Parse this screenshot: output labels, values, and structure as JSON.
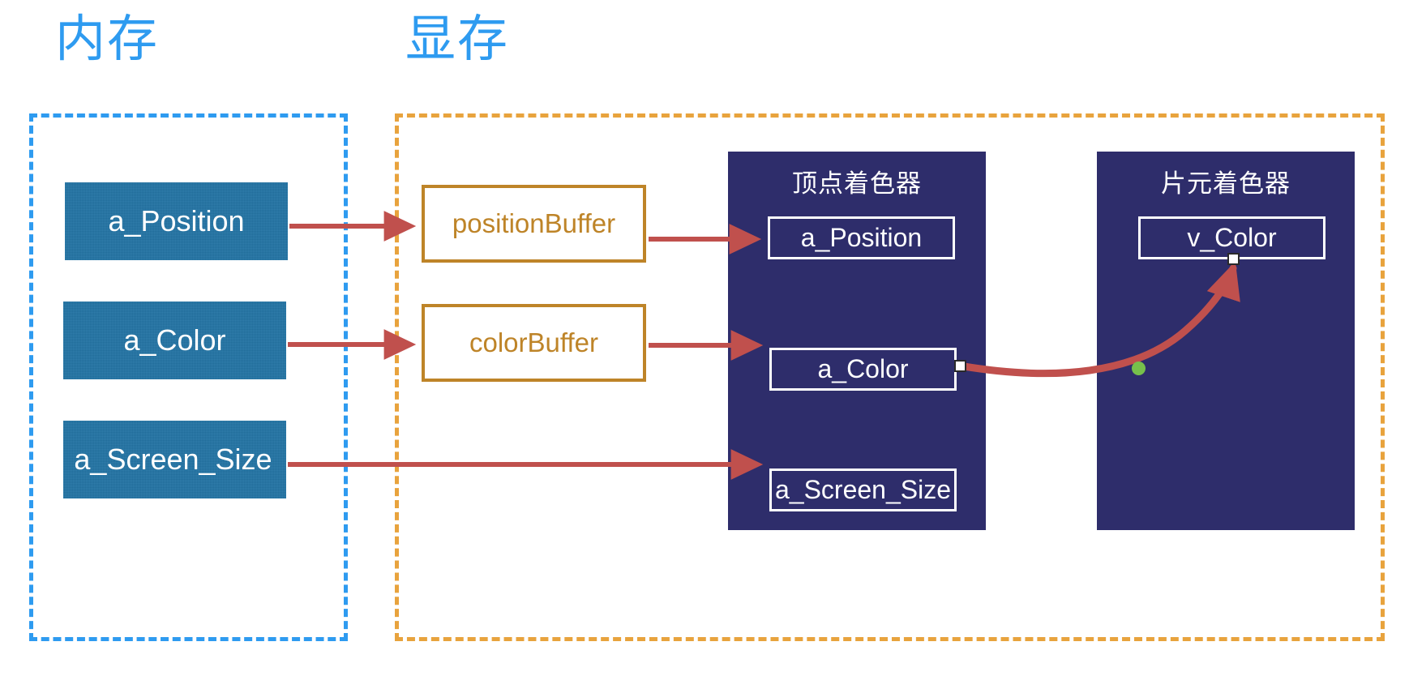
{
  "diagram": {
    "title_memory": "内存",
    "title_vram": "显存",
    "colors": {
      "accent_blue": "#2E9BF0",
      "accent_orange": "#E8A33D",
      "buffer_outline": "#BE8428",
      "mem_box_fill": "#2274A5",
      "shader_panel_fill": "#2E2D6B",
      "arrow_red": "#C0504D",
      "handle_dot_green": "#77C04B",
      "handle_square_white": "#FFFFFF"
    },
    "memory_region": {
      "label": "内存",
      "boxes": [
        {
          "label": "a_Position"
        },
        {
          "label": "a_Color"
        },
        {
          "label": "a_Screen_Size"
        }
      ]
    },
    "vram_region": {
      "label": "显存",
      "buffers": [
        {
          "label": "positionBuffer"
        },
        {
          "label": "colorBuffer"
        }
      ],
      "shaders": [
        {
          "name": "vertex-shader",
          "title": "顶点着色器",
          "variables": [
            {
              "label": "a_Position"
            },
            {
              "label": "a_Color"
            },
            {
              "label": "a_Screen_Size"
            }
          ]
        },
        {
          "name": "fragment-shader",
          "title": "片元着色器",
          "variables": [
            {
              "label": "v_Color"
            }
          ]
        }
      ]
    },
    "connectors": [
      {
        "name": "a-position-to-position-buffer",
        "kind": "straight-arrow"
      },
      {
        "name": "a-color-to-color-buffer",
        "kind": "straight-arrow"
      },
      {
        "name": "a-screen-size-to-vertex-a-screen-size",
        "kind": "straight-arrow"
      },
      {
        "name": "position-buffer-to-vertex-a-position",
        "kind": "straight-arrow"
      },
      {
        "name": "color-buffer-to-vertex-a-color",
        "kind": "straight-arrow"
      },
      {
        "name": "vertex-a-color-to-fragment-v-color",
        "kind": "curved-arrow-selected"
      }
    ]
  }
}
